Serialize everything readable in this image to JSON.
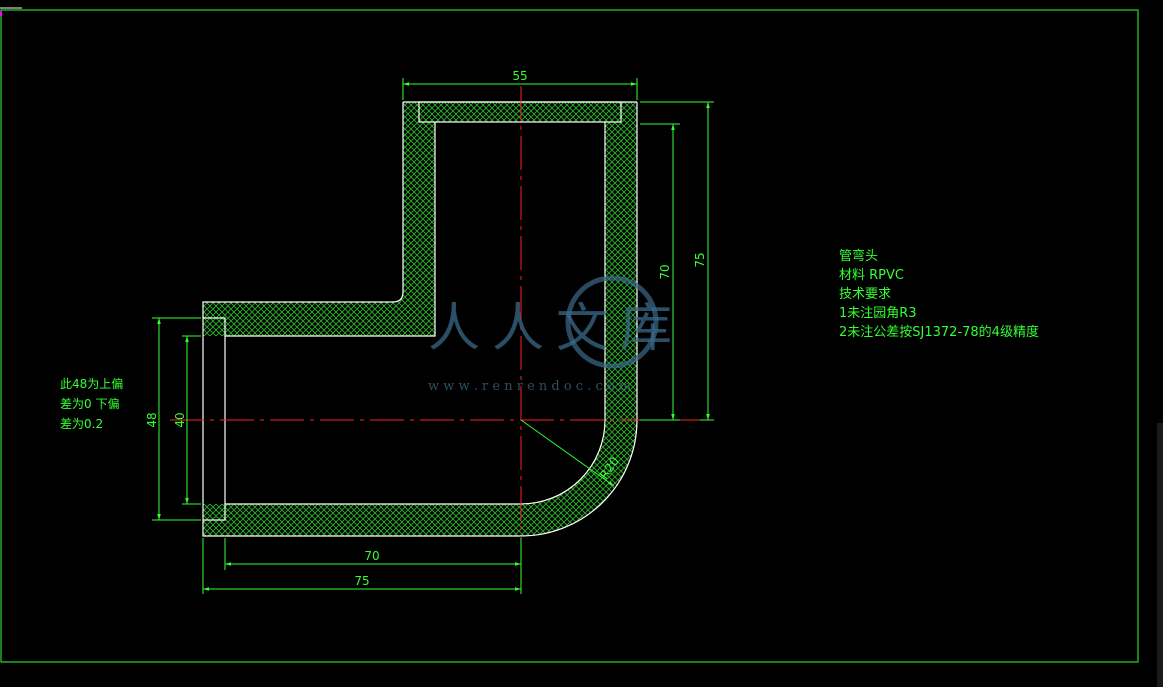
{
  "colors": {
    "background": "#000000",
    "frame": "#33ff33",
    "outline": "#ffffff",
    "hatch": "#2aa02a",
    "centerline": "#ff2020",
    "dimension": "#33ff33",
    "watermark": "#3a6a8a"
  },
  "dimensions": {
    "top_width": "55",
    "right_inner_height": "70",
    "right_outer_height": "75",
    "left_outer_height": "48",
    "left_inner_height": "40",
    "bottom_inner_length": "70",
    "bottom_outer_length": "75",
    "bend_radius": "R20"
  },
  "notes": [
    "管弯头",
    "材料  RPVC",
    "技术要求",
    "1未注园角R3",
    "2未注公差按SJ1372-78的4级精度"
  ],
  "side_note": [
    "此48为上偏",
    "差为0 下偏",
    "差为0.2"
  ],
  "watermark": {
    "text": "人人文库",
    "url": "w w w . r e n r e n d o c . c o m"
  }
}
